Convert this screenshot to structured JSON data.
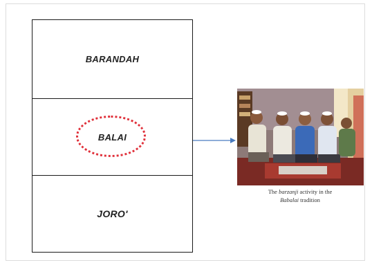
{
  "diagram": {
    "zones": [
      {
        "label": "BARANDAH",
        "highlighted": false
      },
      {
        "label": "BALAI",
        "highlighted": true
      },
      {
        "label": "JORO'",
        "highlighted": false
      }
    ],
    "highlight_color": "#e0303a",
    "arrow_color": "#4a7cc0"
  },
  "photo": {
    "caption_pre": "The ",
    "caption_term1": "barzanji",
    "caption_mid": " activity in the",
    "caption_term2": "Babalai",
    "caption_post": " tradition"
  }
}
